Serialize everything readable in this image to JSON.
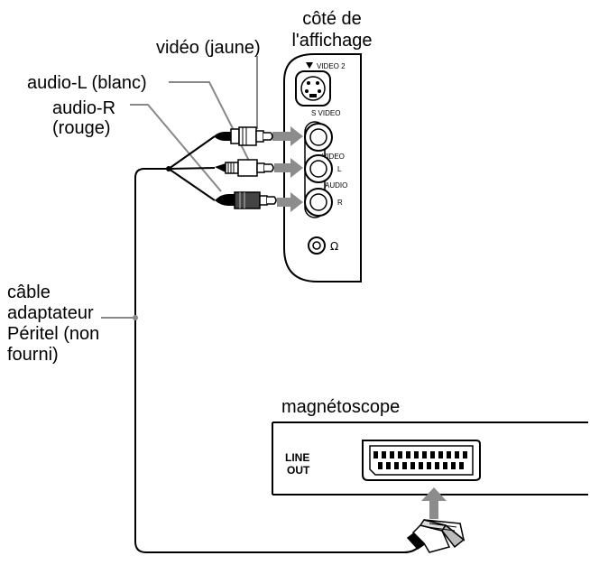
{
  "labels": {
    "display_side_line1": "côté de",
    "display_side_line2": "l'affichage",
    "video_yellow": "vidéo (jaune)",
    "audio_l_white": "audio-L (blanc)",
    "audio_r_line1": "audio-R",
    "audio_r_line2": "(rouge)",
    "cable_line1": "câble",
    "cable_line2": "adaptateur",
    "cable_line3": "Péritel (non",
    "cable_line4": "fourni)",
    "vcr": "magnétoscope"
  },
  "tv_panel": {
    "video2": "VIDEO 2",
    "svideo": "S VIDEO",
    "video": "VIDEO",
    "audio": "AUDIO",
    "l": "L",
    "r": "R",
    "headphone": "Ω"
  },
  "vcr_panel": {
    "line": "LINE",
    "out": "OUT"
  },
  "colors": {
    "line": "#000000",
    "arrow": "#8c8c8c",
    "panel_stroke": "#000000"
  }
}
